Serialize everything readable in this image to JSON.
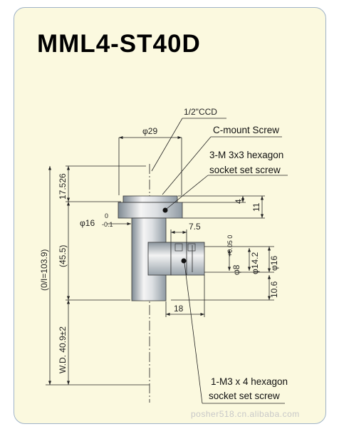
{
  "title": "MML4-ST40D",
  "watermark": "posher518.cn.alibaba.com",
  "notes": {
    "mount_thread": "1/2\"CCD",
    "cmount": "C-mount Screw",
    "setscrew_top_1": "3-M 3x3 hexagon",
    "setscrew_top_2": "socket set screw",
    "setscrew_bottom_1": "1-M3 x 4  hexagon",
    "setscrew_bottom_2": "socket set screw"
  },
  "dims": {
    "phi29": "φ29",
    "d17": "17.526",
    "d4": "4",
    "d11": "11",
    "phi16_main": "φ16",
    "phi16_tol_upper": "0",
    "phi16_tol_lower": "-0.1",
    "d7_5": "7.5",
    "ol": "(0/I=103.9)",
    "d45": "(45.5)",
    "phi8": "φ8",
    "phi8_tol": "+0.05\n0",
    "phi14": "φ14.2",
    "phi16_right": "φ16",
    "d10_6": "10.6",
    "d18": "18",
    "wd": "W.D. 40.9±2"
  },
  "colors": {
    "card_bg": "#fbf9df",
    "card_border": "#9fb3c8",
    "metal_light": "#f4f4f4",
    "metal_dark": "#8f9aa3"
  }
}
